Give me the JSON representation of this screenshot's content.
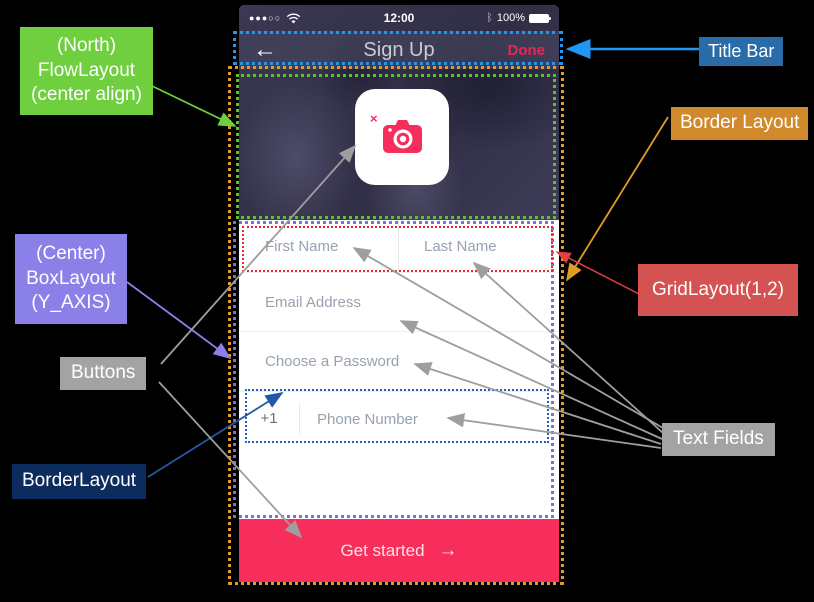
{
  "phone": {
    "status_bar": {
      "signal_dots": "●●●○○",
      "time": "12:00",
      "bluetooth_icon": "ᛒ",
      "battery_percent": "100%"
    },
    "nav_bar": {
      "back_icon": "←",
      "title": "Sign Up",
      "done_label": "Done"
    },
    "photo_section": {
      "camera_close_icon": "×"
    },
    "form": {
      "first_name_placeholder": "First Name",
      "last_name_placeholder": "Last Name",
      "email_placeholder": "Email Address",
      "password_placeholder": "Choose a Password",
      "phone_prefix": "+1",
      "phone_placeholder": "Phone Number"
    },
    "cta": {
      "label": "Get started",
      "arrow_icon": "→"
    }
  },
  "annotations": {
    "flow_north": {
      "lines": [
        "(North)",
        "FlowLayout",
        "(center align)"
      ],
      "color": "#6fcf3f"
    },
    "title_bar": {
      "label": "Title Bar",
      "color": "#2a6ca8"
    },
    "border_layout_outer": {
      "label": "Border Layout",
      "color": "#d0892b"
    },
    "box_center": {
      "lines": [
        "(Center)",
        "BoxLayout",
        "(Y_AXIS)"
      ],
      "color": "#8b80e8"
    },
    "grid_layout": {
      "label": "GridLayout(1,2)",
      "color": "#d45252"
    },
    "buttons": {
      "label": "Buttons",
      "color": "#a3a3a3"
    },
    "border_layout_phone": {
      "label": "BorderLayout",
      "color": "#0d2c5e"
    },
    "text_fields": {
      "label": "Text Fields",
      "color": "#a3a3a3"
    }
  },
  "colors": {
    "accent_pink": "#f72e5c",
    "done_pink": "#e82558",
    "photo_dark": "#38364f",
    "region_title_bar": "#2196f3",
    "region_border_layout": "#e09a28",
    "region_flow_layout": "#58c32a",
    "region_box_layout": "#7b6fe0",
    "region_grid_layout": "#e8262e",
    "region_phone_row": "#1f5fc4",
    "connector_gray": "#9e9e9e"
  }
}
